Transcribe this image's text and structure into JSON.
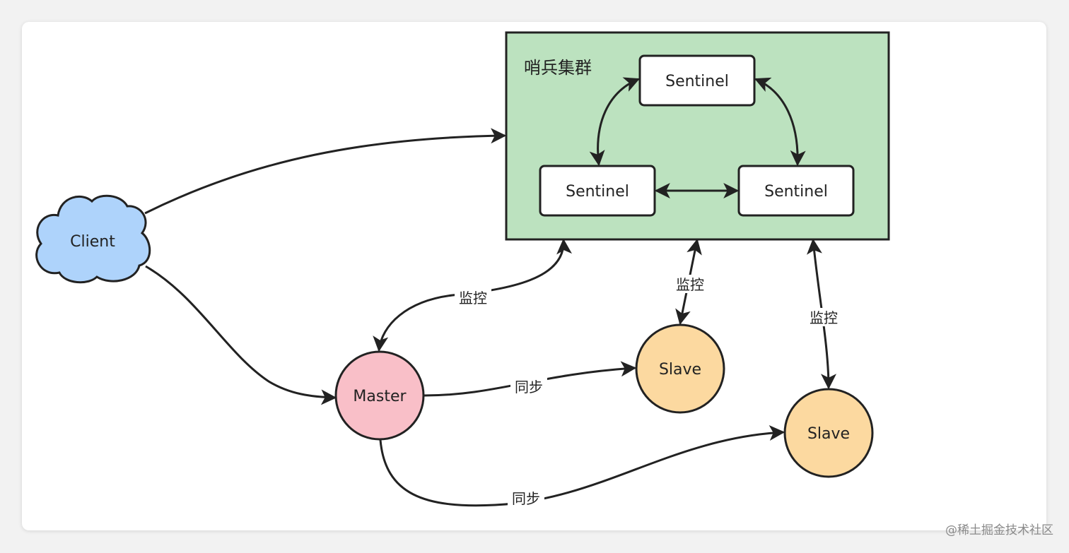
{
  "diagram": {
    "cluster_label": "哨兵集群",
    "nodes": {
      "client": "Client",
      "sentinel_top": "Sentinel",
      "sentinel_left": "Sentinel",
      "sentinel_right": "Sentinel",
      "master": "Master",
      "slave_1": "Slave",
      "slave_2": "Slave"
    },
    "edge_labels": {
      "monitor_master": "监控",
      "monitor_slave_1": "监控",
      "monitor_slave_2": "监控",
      "sync_slave_1": "同步",
      "sync_slave_2": "同步"
    },
    "colors": {
      "cluster_fill": "#bce2bf",
      "client_fill": "#aed3fb",
      "master_fill": "#f9bfc8",
      "slave_fill": "#fcd9a0",
      "stroke": "#222222"
    }
  },
  "watermark": "@稀土掘金技术社区"
}
